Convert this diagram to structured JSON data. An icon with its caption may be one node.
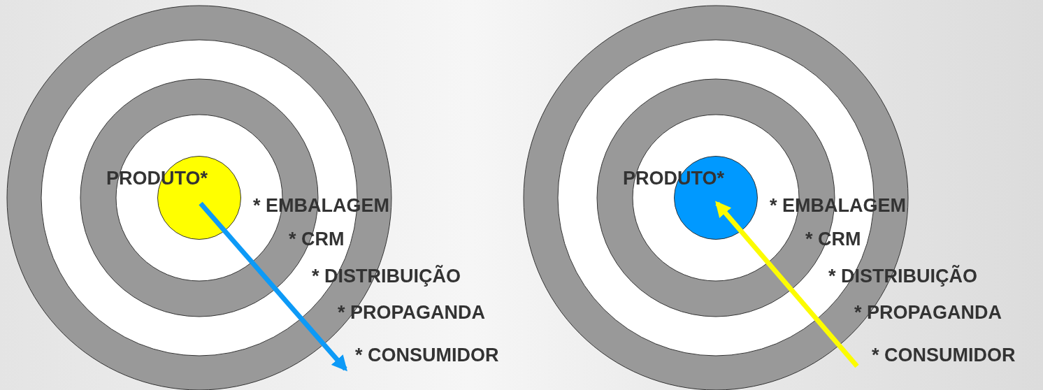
{
  "diagram": {
    "nodes": [
      {
        "text": [
          "PRODUTO*"
        ]
      },
      {
        "text": [
          "* CONSUMIDOR"
        ]
      },
      {
        "text": [
          "PRODUTO*"
        ]
      },
      {
        "text": [
          "* CONSUMIDOR"
        ]
      }
    ],
    "edges": [
      {
        "from": 0,
        "to": 1,
        "arrow": "to",
        "color": "#0d9af7"
      },
      {
        "from": 3,
        "to": 2,
        "arrow": "to",
        "color": "#fcfc00"
      }
    ],
    "labels": [
      "* EMBALAGEM",
      "* CRM",
      "* DISTRIBUIÇÃO",
      "* PROPAGANDA",
      "* EMBALAGEM",
      "* CRM",
      "* DISTRIBUIÇÃO",
      "* PROPAGANDA"
    ]
  }
}
